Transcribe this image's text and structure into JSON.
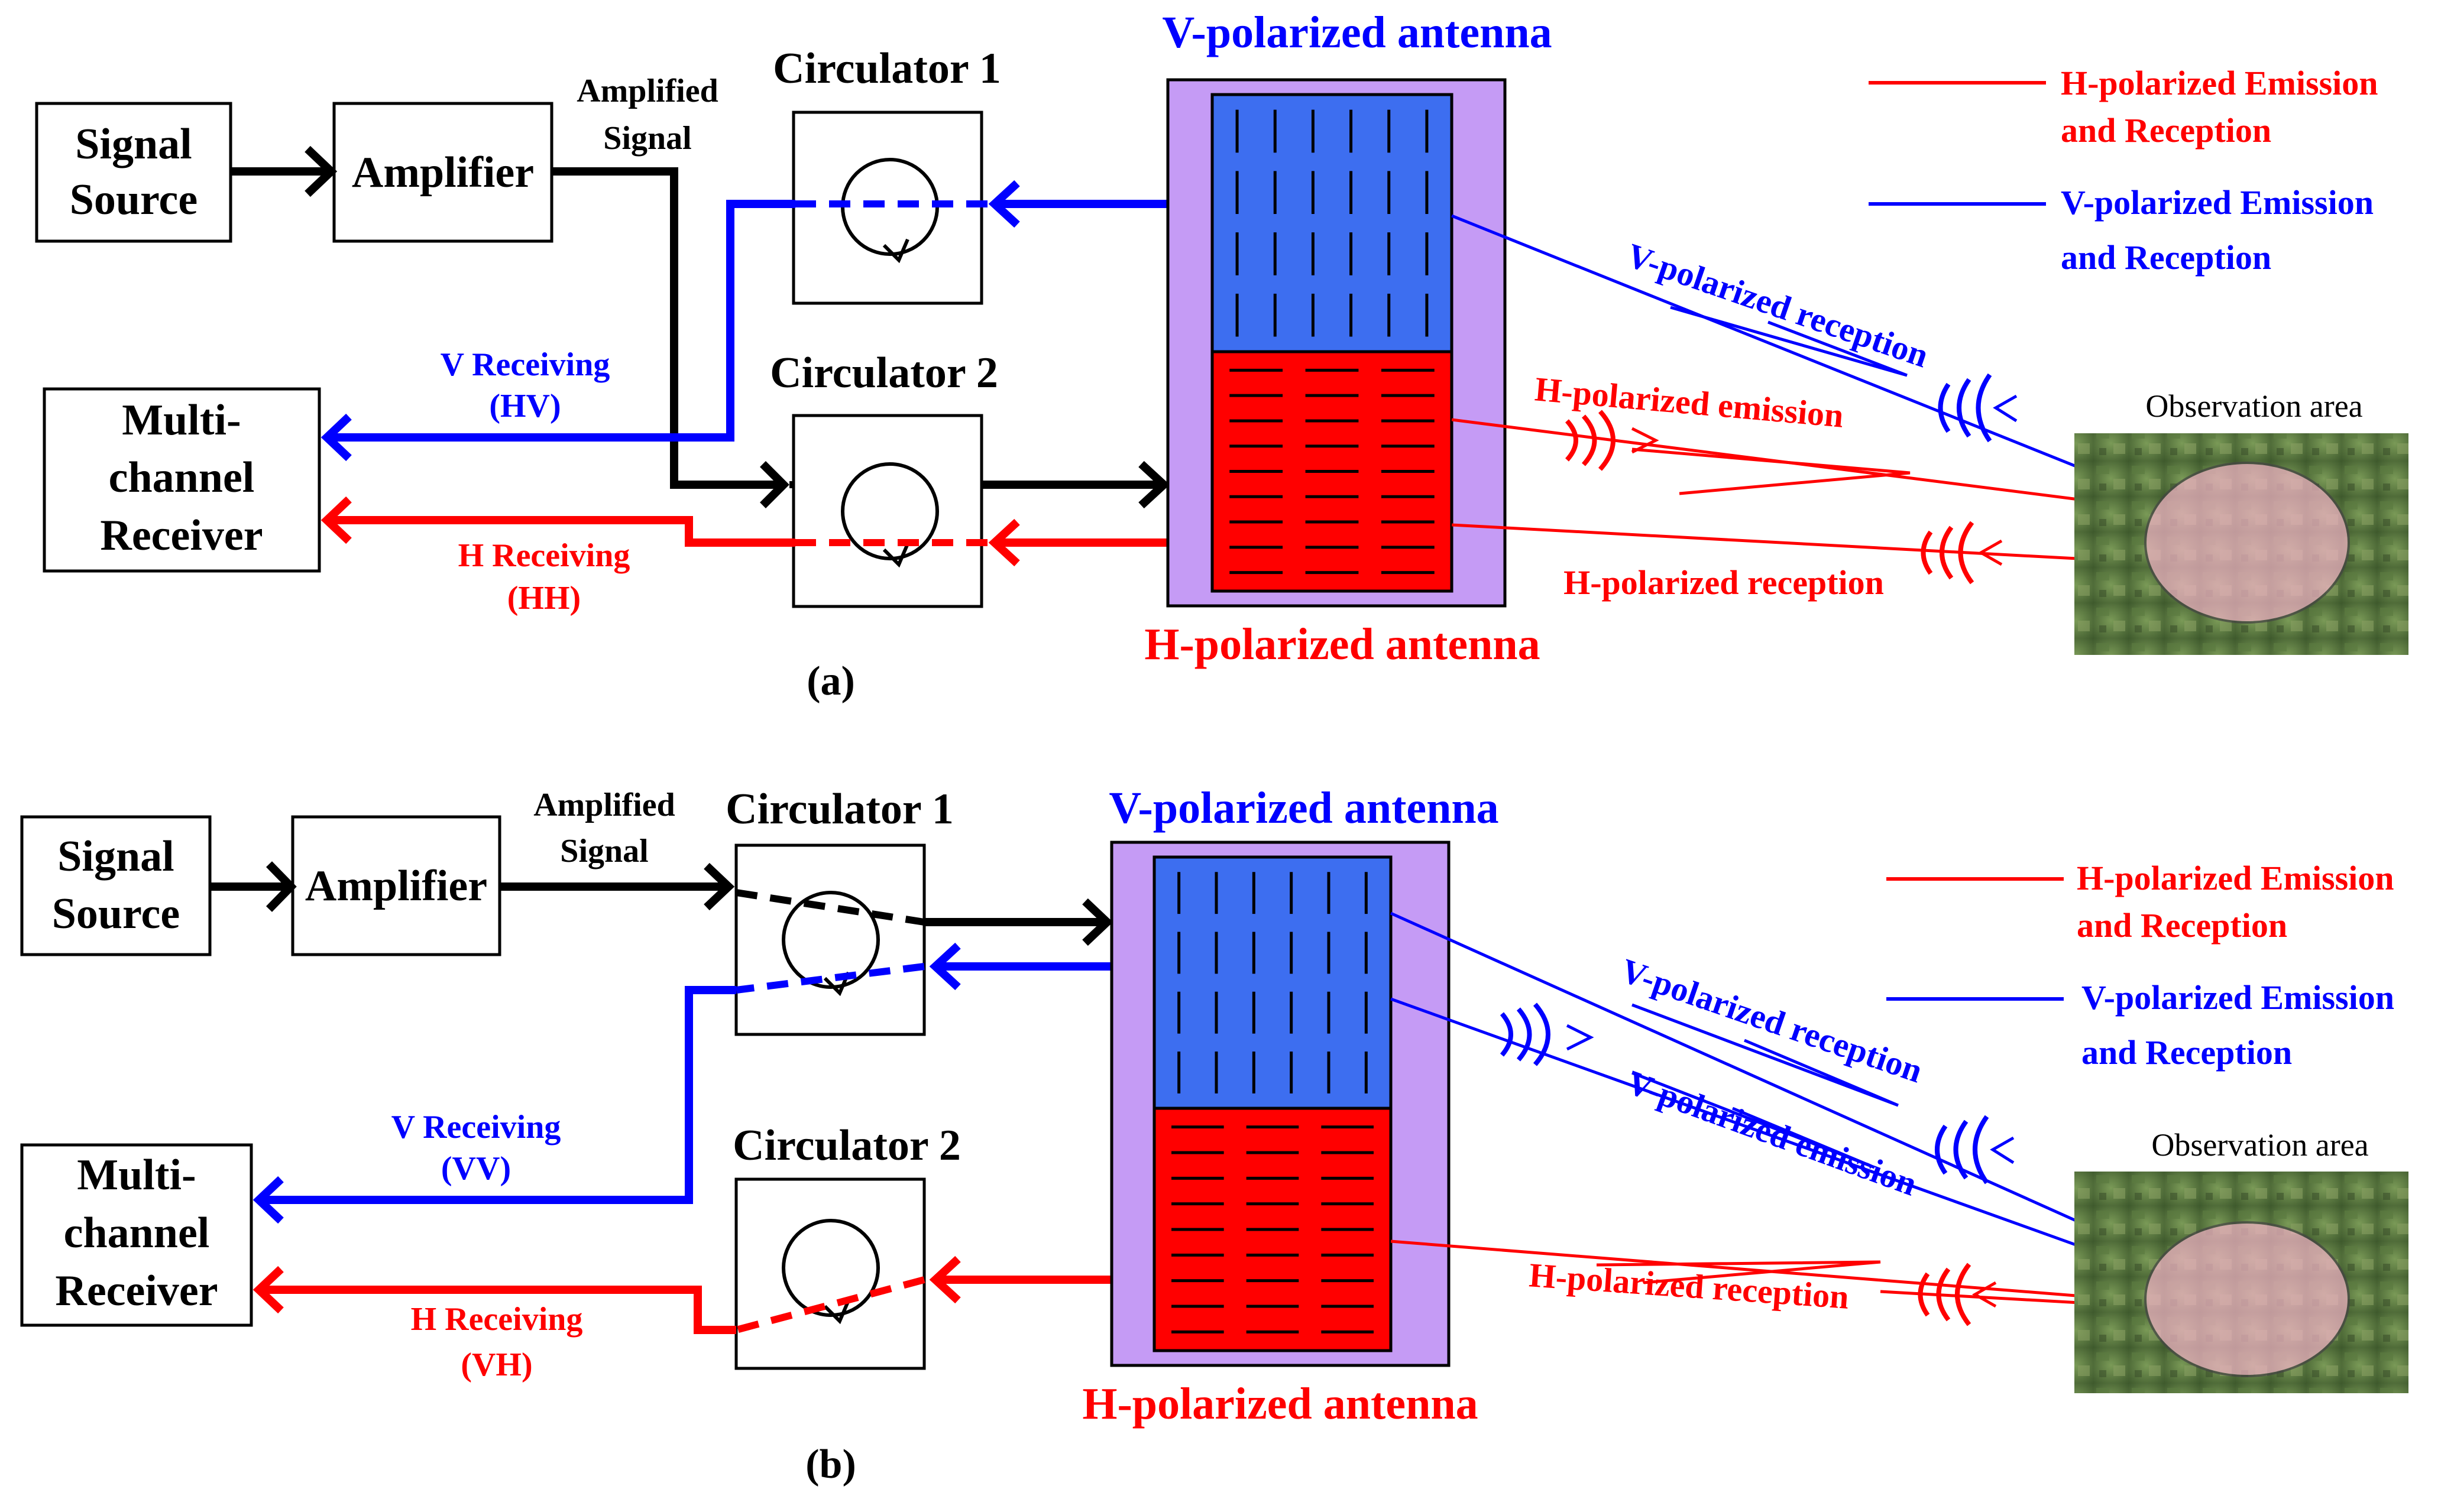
{
  "colors": {
    "black": "#000000",
    "blue": "#0000ff",
    "red": "#ff0000",
    "v_panel": "#3d6ef0",
    "h_panel": "#ff0000",
    "antenna_frame": "#c59bf5",
    "obs_ellipse": "#f2b3c6",
    "land_a": "#4f6b3a",
    "land_b": "#6e8c4e"
  },
  "panel_a": {
    "caption": "(a)",
    "signal_source": [
      "Signal",
      "Source"
    ],
    "amplifier": "Amplifier",
    "amplified_signal": [
      "Amplified",
      "Signal"
    ],
    "circulator1": "Circulator 1",
    "circulator2": "Circulator 2",
    "v_antenna": "V-polarized antenna",
    "h_antenna": "H-polarized antenna",
    "receiver": [
      "Multi-",
      "channel",
      "Receiver"
    ],
    "v_receiving": [
      "V Receiving",
      "(HV)"
    ],
    "h_receiving": [
      "H Receiving",
      "(HH)"
    ],
    "v_reception": "V-polarized reception",
    "h_emission": "H-polarized emission",
    "h_reception": "H-polarized reception",
    "observation": "Observation area",
    "legend_red": [
      "H-polarized Emission",
      "and Reception"
    ],
    "legend_blue": [
      "V-polarized Emission",
      "and Reception"
    ]
  },
  "panel_b": {
    "caption": "(b)",
    "signal_source": [
      "Signal",
      "Source"
    ],
    "amplifier": "Amplifier",
    "amplified_signal": [
      "Amplified",
      "Signal"
    ],
    "circulator1": "Circulator 1",
    "circulator2": "Circulator 2",
    "v_antenna": "V-polarized antenna",
    "h_antenna": "H-polarized antenna",
    "receiver": [
      "Multi-",
      "channel",
      "Receiver"
    ],
    "v_receiving": [
      "V Receiving",
      "(VV)"
    ],
    "h_receiving": [
      "H Receiving",
      "(VH)"
    ],
    "v_reception": "V-polarized reception",
    "v_emission": "V-polarized emission",
    "h_reception": "H-polarized reception",
    "observation": "Observation area",
    "legend_red": [
      "H-polarized Emission",
      "and Reception"
    ],
    "legend_blue": [
      "V-polarized Emission",
      "and Reception"
    ]
  }
}
